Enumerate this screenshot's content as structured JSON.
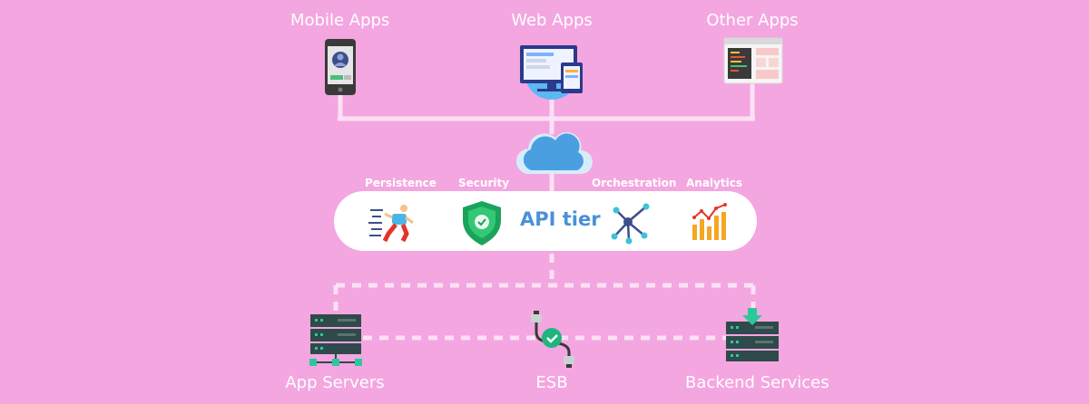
{
  "top_apps": {
    "mobile": "Mobile Apps",
    "web": "Web Apps",
    "other": "Other Apps"
  },
  "api_tier": {
    "label": "API tier",
    "capabilities": {
      "persistence": "Persistence",
      "security": "Security",
      "orchestration": "Orchestration",
      "analytics": "Analytics"
    }
  },
  "backends": {
    "app_servers": "App Servers",
    "esb": "ESB",
    "backend_services": "Backend Services"
  },
  "colors": {
    "background": "#f4a6e0",
    "connector": "#fde0f4",
    "cloud": "#4a9fe0",
    "api_text": "#4a90d9",
    "security_shield": "#1aa35a",
    "server_dark": "#2f4a4a",
    "accent_green": "#2cc89a",
    "analytics_orange": "#f5a623"
  }
}
